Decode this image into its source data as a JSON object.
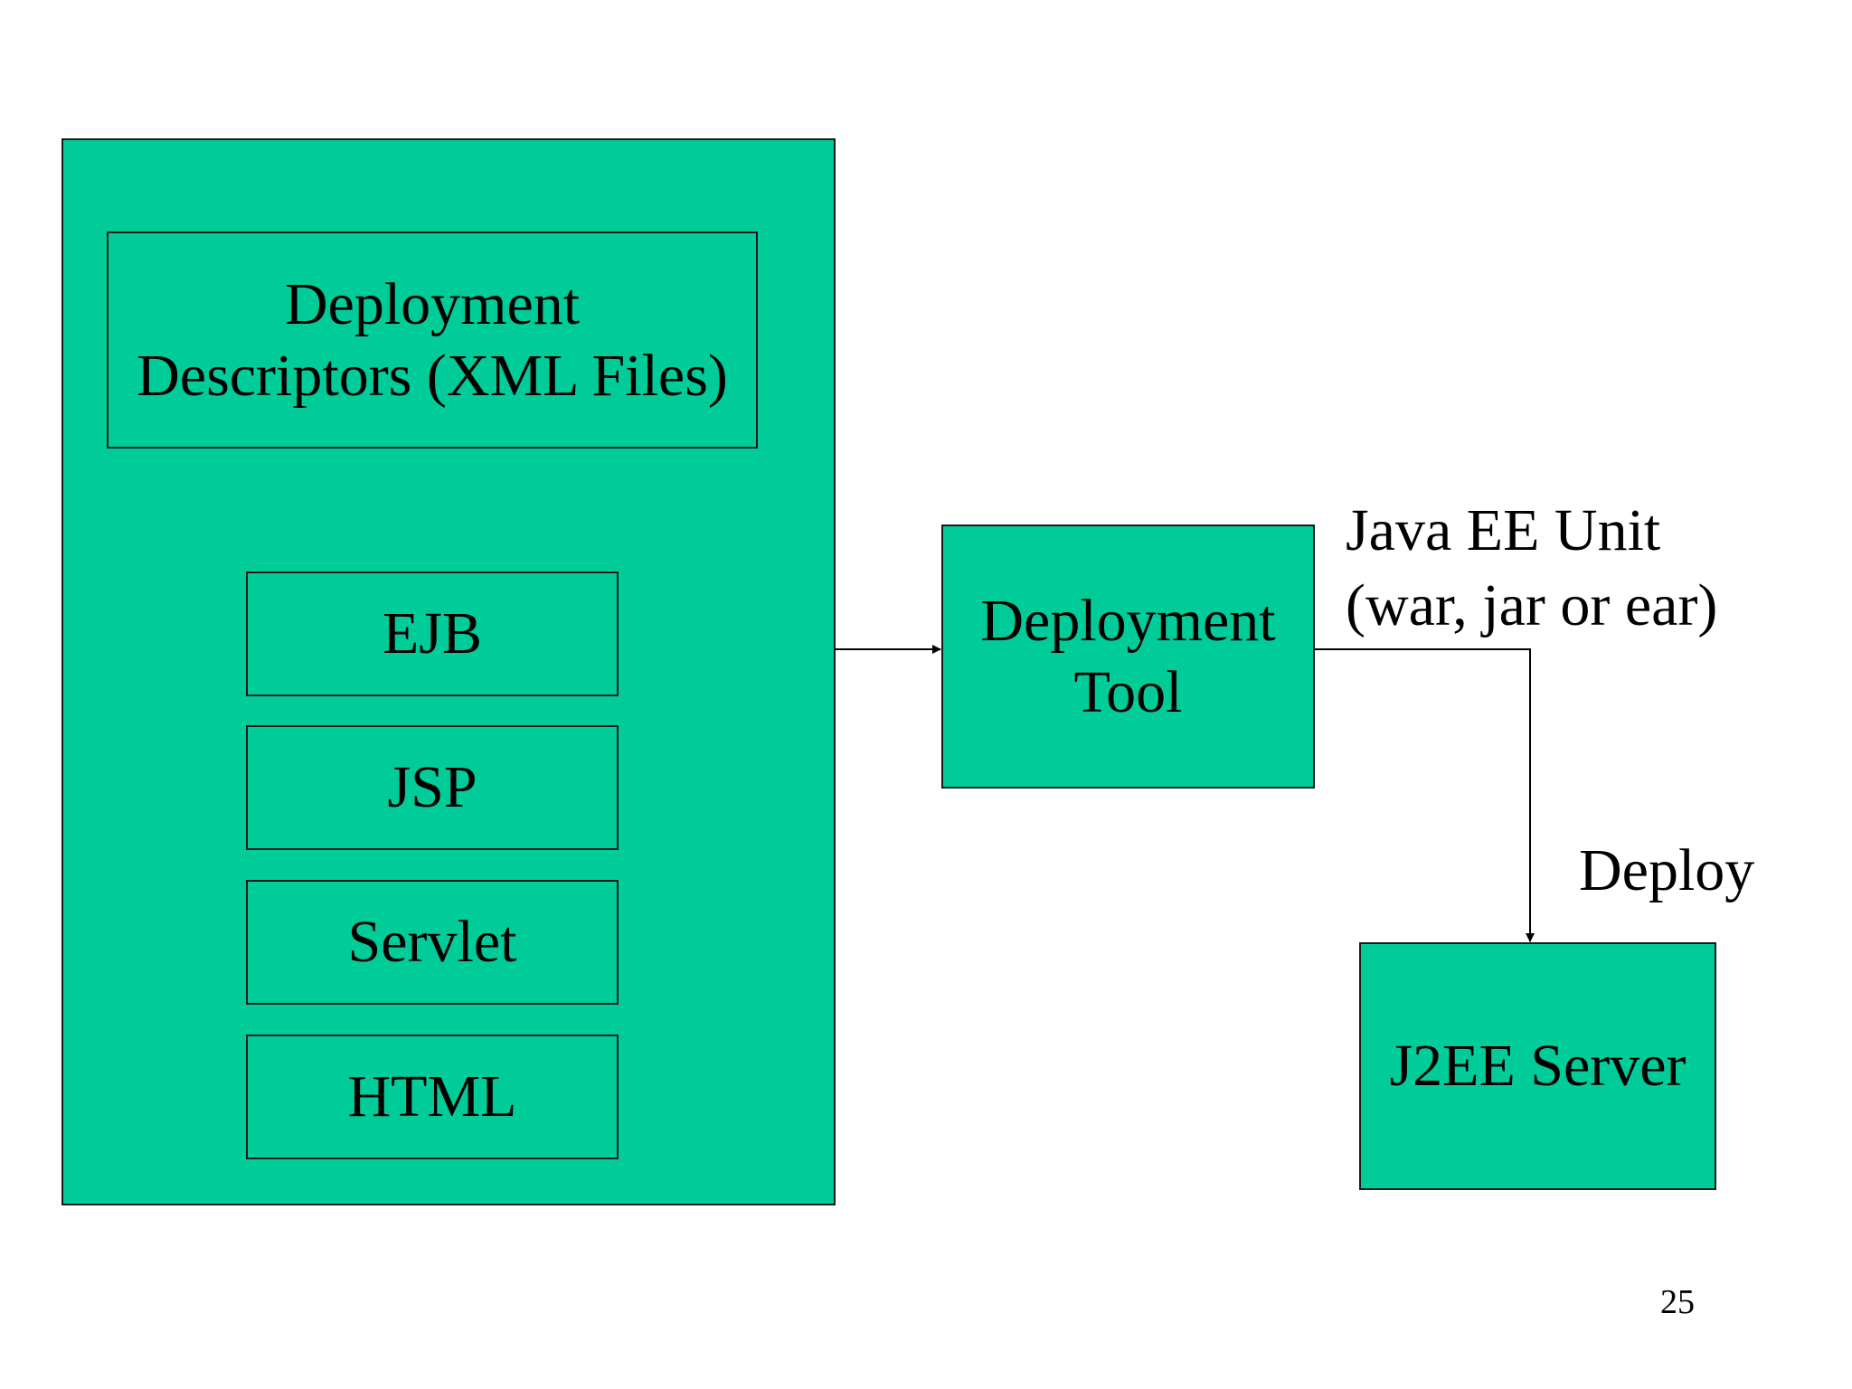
{
  "archive": {
    "descriptors_label": "Deployment\nDescriptors (XML Files)",
    "components": [
      "EJB",
      "JSP",
      "Servlet",
      "HTML"
    ]
  },
  "deployment_tool": {
    "label": "Deployment\nTool"
  },
  "unit_label": "Java EE Unit\n(war, jar or ear)",
  "deploy_label": "Deploy",
  "server": {
    "label": "J2EE Server"
  },
  "page_number": "25",
  "colors": {
    "box_fill": "#00cc99",
    "border": "#1a1a1a",
    "background": "#ffffff"
  }
}
